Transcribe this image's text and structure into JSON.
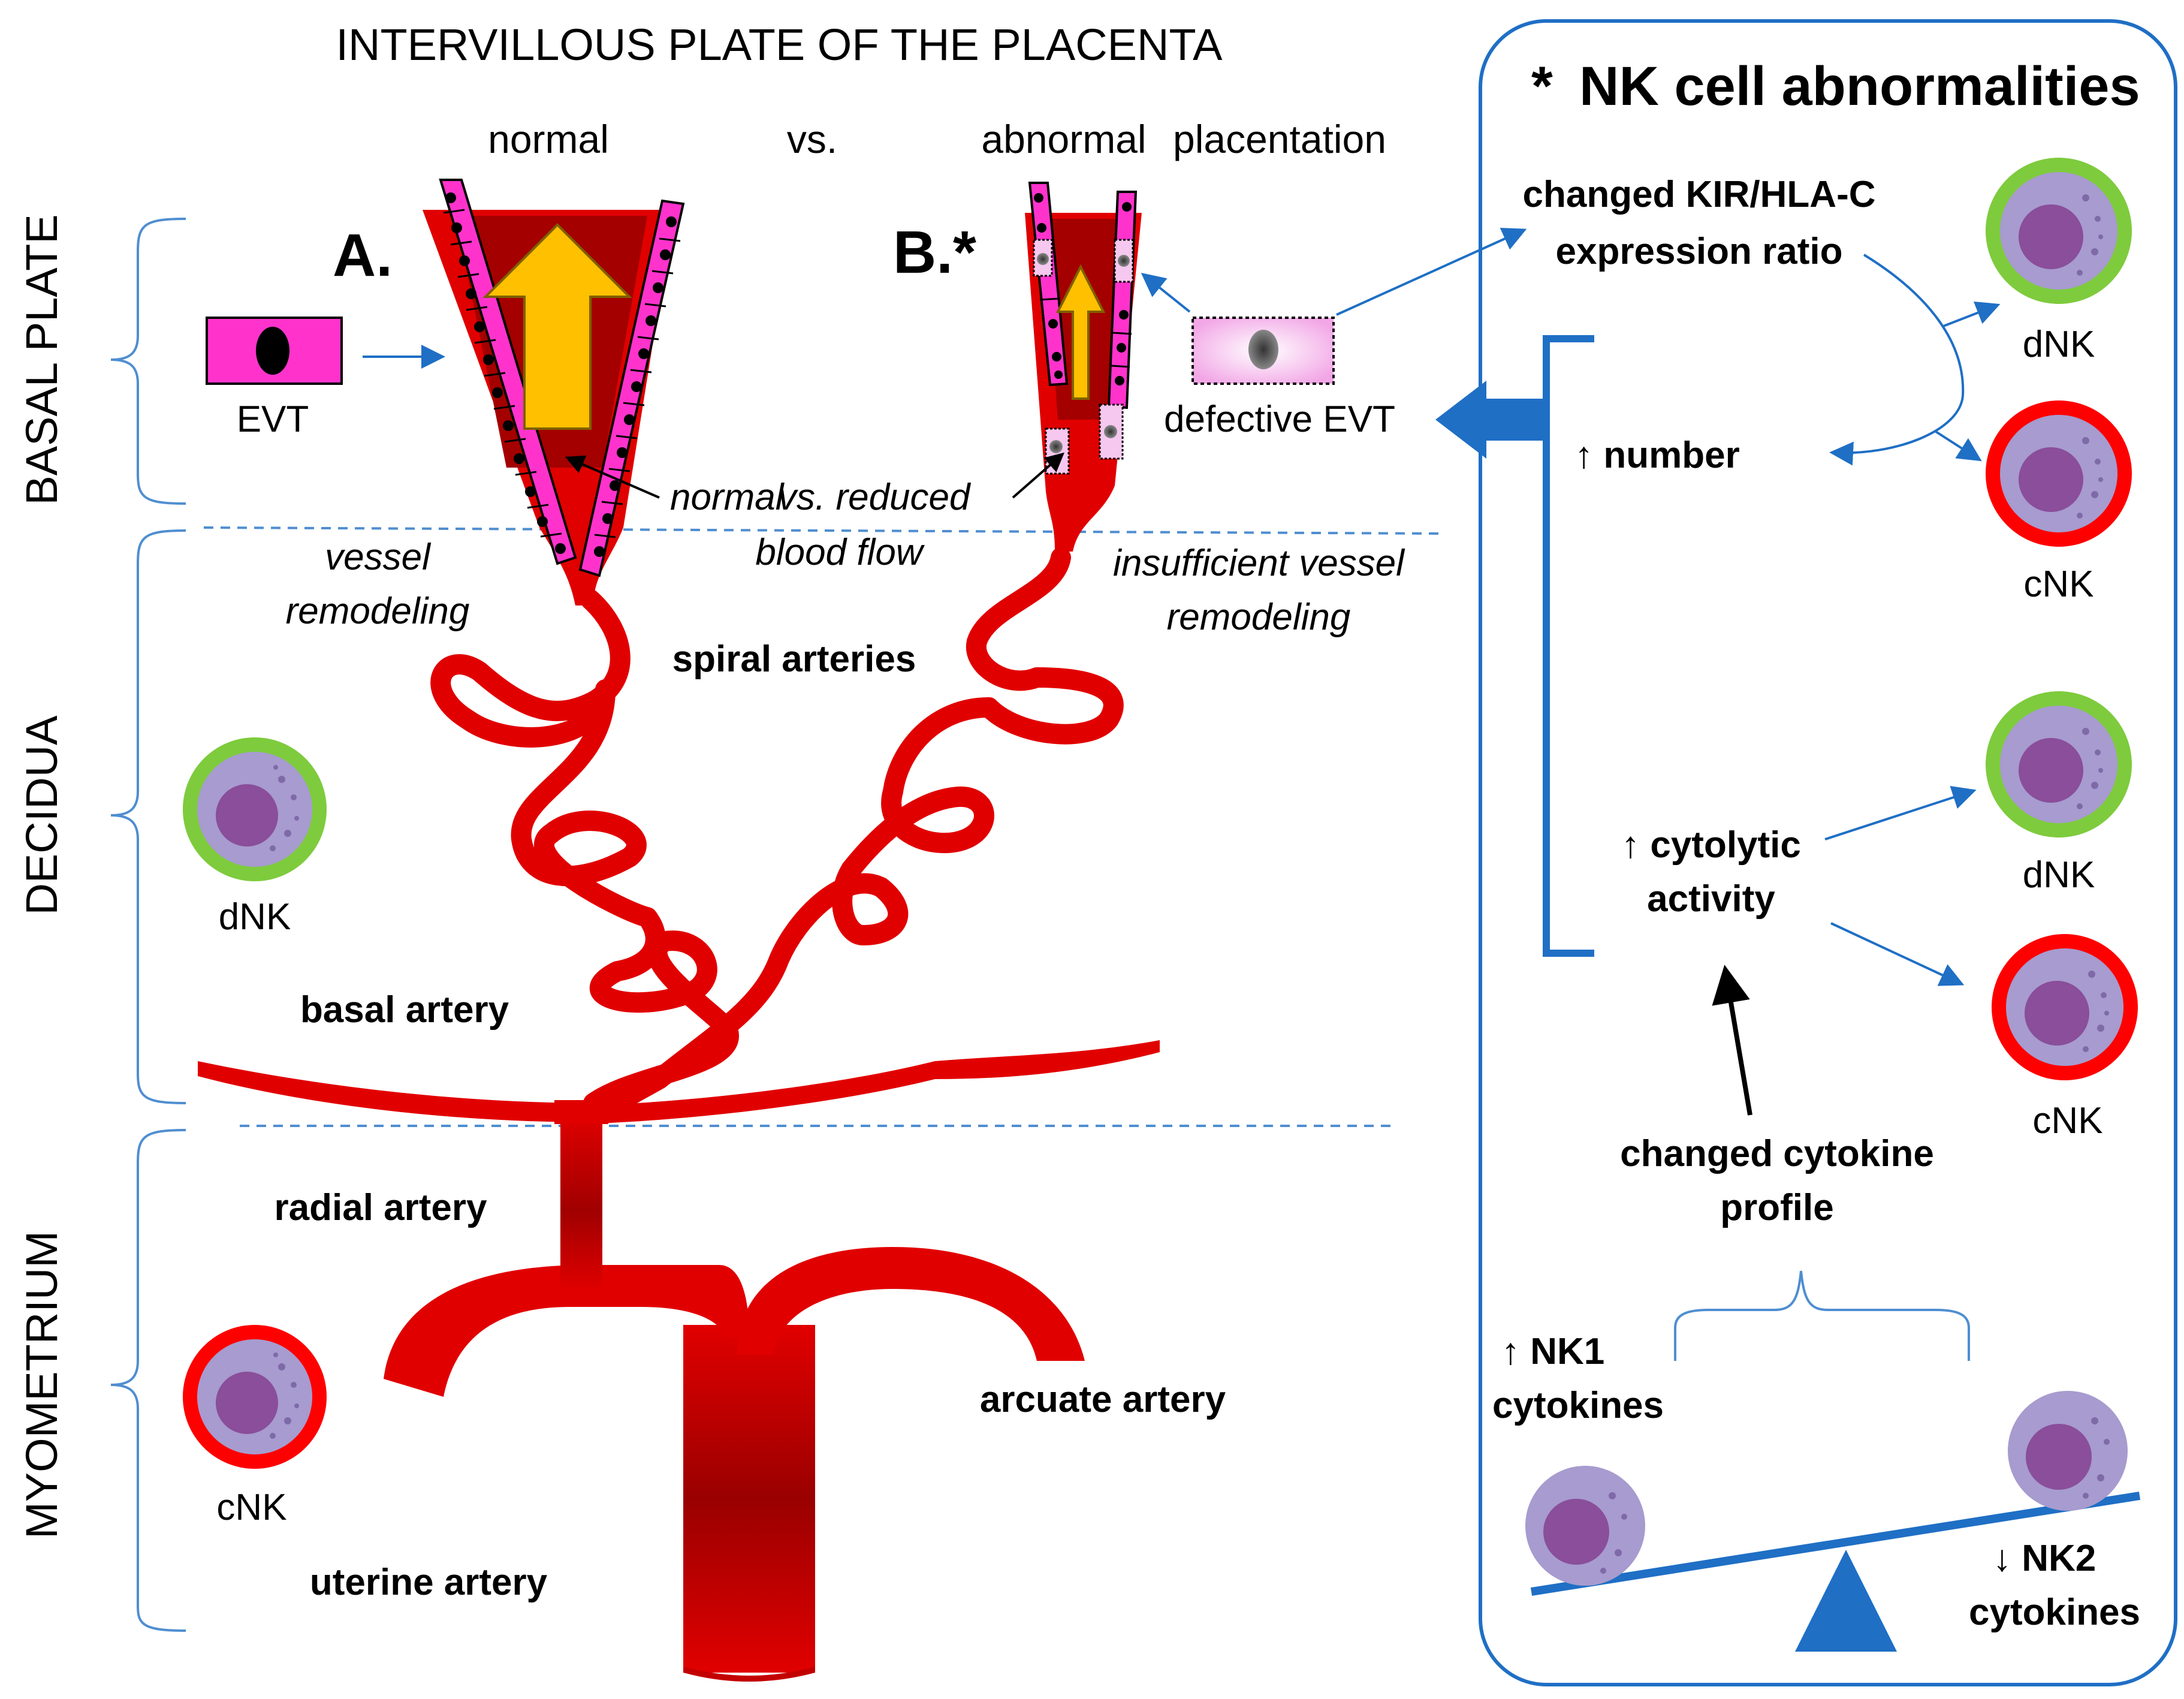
{
  "title": "INTERVILLOUS PLATE OF THE PLACENTA",
  "regions": {
    "basal_plate": "BASAL PLATE",
    "decidua": "DECIDUA",
    "myometrium": "MYOMETRIUM"
  },
  "headers": {
    "normal": "normal",
    "vs": "vs.",
    "abnormal": "abnormal",
    "placentation": "placentation"
  },
  "panels": {
    "a": "A.",
    "b": "B.*"
  },
  "cells": {
    "evt": "EVT",
    "defective_evt": "defective EVT",
    "dnk": "dNK",
    "cnk": "cNK"
  },
  "flow_label": {
    "part1": "normal",
    "part2": "vs. reduced",
    "part3": "blood flow"
  },
  "remodeling": {
    "normal_line1": "vessel",
    "normal_line2": "remodeling",
    "abnormal_line1": "insufficient vessel",
    "abnormal_line2": "remodeling"
  },
  "arteries": {
    "spiral": "spiral arteries",
    "basal": "basal artery",
    "radial": "radial artery",
    "arcuate": "arcuate artery",
    "uterine": "uterine artery"
  },
  "nk_panel": {
    "title_star": "*",
    "title": "NK cell abnormalities",
    "kir_line1": "changed KIR/HLA-C",
    "kir_line2": "expression ratio",
    "number": "↑ number",
    "cyto_line1": "↑ cytolytic",
    "cyto_line2": "activity",
    "cytokine_line1": "changed cytokine",
    "cytokine_line2": "profile",
    "nk1_line1": "↑ NK1",
    "nk1_line2": "cytokines",
    "nk2_line1": "↓ NK2",
    "nk2_line2": "cytokines",
    "dnk": "dNK",
    "cnk": "cNK"
  },
  "colors": {
    "artery_red": "#e10000",
    "artery_dark": "#b00000",
    "vessel_inner": "#a40000",
    "evt_magenta": "#ff33cc",
    "defective_evt_pink": "#f7c8ef",
    "arrow_yellow": "#ffc000",
    "bracket_blue": "#4f8ed0",
    "panel_blue": "#1f6fc5",
    "dnk_ring": "#7ecb3d",
    "cnk_ring": "#ff0000",
    "nk_cytoplasm": "#a79bcf",
    "nk_nucleus": "#8a4e9a"
  }
}
